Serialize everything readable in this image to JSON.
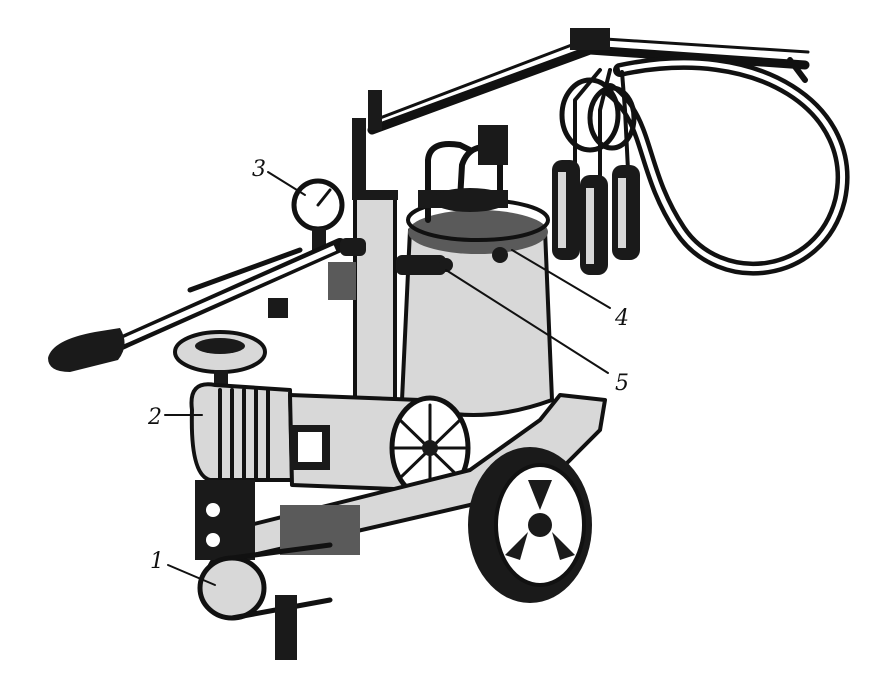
{
  "diagram": {
    "callouts": [
      {
        "id": "1",
        "label": "1"
      },
      {
        "id": "2",
        "label": "2"
      },
      {
        "id": "3",
        "label": "3"
      },
      {
        "id": "4",
        "label": "4"
      },
      {
        "id": "5",
        "label": "5"
      }
    ]
  },
  "colors": {
    "ink": "#111111",
    "background": "#ffffff"
  }
}
